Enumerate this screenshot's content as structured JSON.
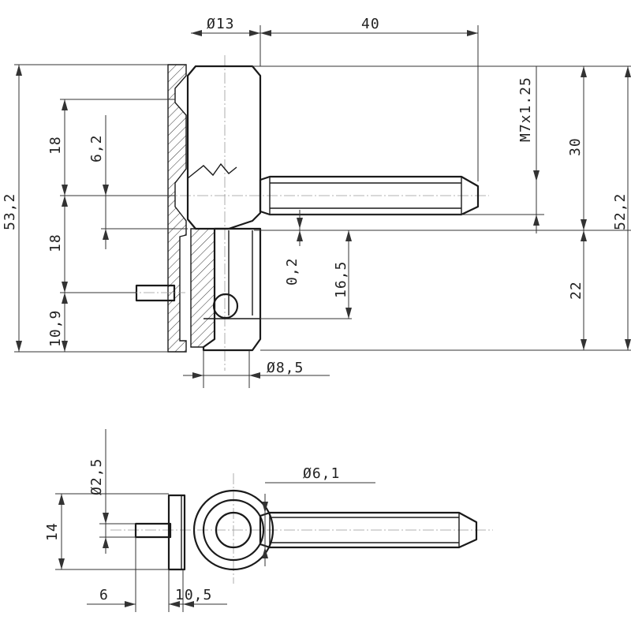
{
  "dimensions": {
    "top": {
      "dia_13": "Ø13",
      "len_40": "40",
      "thread": "M7x1.25",
      "h_30": "30",
      "h_52_2": "52,2",
      "h_53_2": "53,2",
      "h_18_upper": "18",
      "h_6_2": "6,2",
      "h_18_lower": "18",
      "h_10_9": "10,9",
      "h_0_2": "0,2",
      "h_16_5": "16,5",
      "h_22": "22",
      "dia_8_5": "Ø8,5"
    },
    "bottom": {
      "dia_2_5": "Ø2,5",
      "h_14": "14",
      "dia_6_1": "Ø6,1",
      "w_6": "6",
      "w_10_5": "10,5"
    }
  }
}
